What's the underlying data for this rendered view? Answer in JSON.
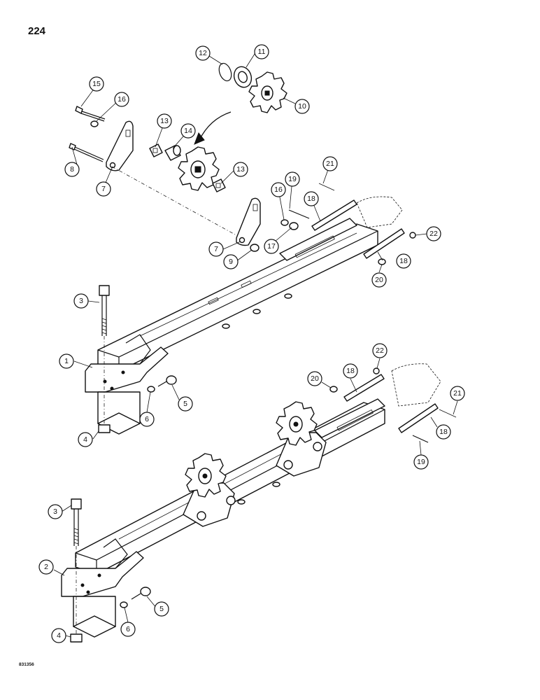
{
  "page": {
    "number": "224",
    "figure_code": "831356"
  },
  "callouts": [
    {
      "id": "c12",
      "label": "12"
    },
    {
      "id": "c11",
      "label": "11"
    },
    {
      "id": "c10",
      "label": "10"
    },
    {
      "id": "c15",
      "label": "15"
    },
    {
      "id": "c16a",
      "label": "16"
    },
    {
      "id": "c13a",
      "label": "13"
    },
    {
      "id": "c14",
      "label": "14"
    },
    {
      "id": "c8",
      "label": "8"
    },
    {
      "id": "c7a",
      "label": "7"
    },
    {
      "id": "c13b",
      "label": "13"
    },
    {
      "id": "c21a",
      "label": "21"
    },
    {
      "id": "c19a",
      "label": "19"
    },
    {
      "id": "c16b",
      "label": "16"
    },
    {
      "id": "c18a",
      "label": "18"
    },
    {
      "id": "c22a",
      "label": "22"
    },
    {
      "id": "c17",
      "label": "17"
    },
    {
      "id": "c7b",
      "label": "7"
    },
    {
      "id": "c9",
      "label": "9"
    },
    {
      "id": "c18b",
      "label": "18"
    },
    {
      "id": "c20a",
      "label": "20"
    },
    {
      "id": "c3a",
      "label": "3"
    },
    {
      "id": "c1",
      "label": "1"
    },
    {
      "id": "c5a",
      "label": "5"
    },
    {
      "id": "c6a",
      "label": "6"
    },
    {
      "id": "c4a",
      "label": "4"
    },
    {
      "id": "c22b",
      "label": "22"
    },
    {
      "id": "c20b",
      "label": "20"
    },
    {
      "id": "c18c",
      "label": "18"
    },
    {
      "id": "c21b",
      "label": "21"
    },
    {
      "id": "c18d",
      "label": "18"
    },
    {
      "id": "c19b",
      "label": "19"
    },
    {
      "id": "c3b",
      "label": "3"
    },
    {
      "id": "c2",
      "label": "2"
    },
    {
      "id": "c5b",
      "label": "5"
    },
    {
      "id": "c6b",
      "label": "6"
    },
    {
      "id": "c4b",
      "label": "4"
    }
  ]
}
